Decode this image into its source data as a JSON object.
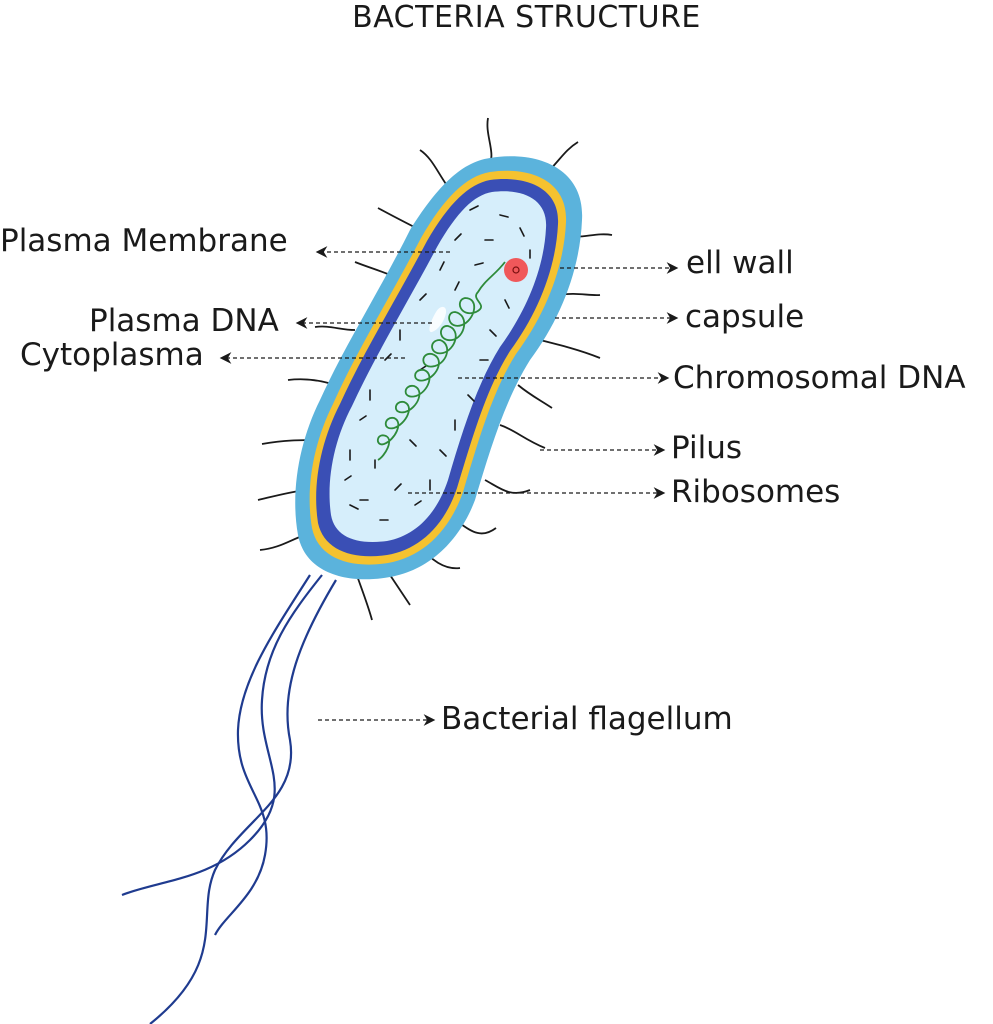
{
  "title": "BACTERIA STRUCTURE",
  "labels": {
    "plasma_membrane": "Plasma Membrane",
    "plasma_dna": "Plasma DNA",
    "cytoplasma": "Cytoplasma",
    "cell_wall": "ell wall",
    "capsule": "capsule",
    "chromosomal_dna": "Chromosomal DNA",
    "pilus": "Pilus",
    "ribosomes": "Ribosomes",
    "flagellum": "Bacterial flagellum"
  },
  "colors": {
    "capsule": "#5bb3dc",
    "cell_wall": "#f5c230",
    "membrane": "#2e3f9e",
    "cytoplasm": "#d6eefb",
    "dna": "#2e8b3a",
    "plasmid": "#f0585a",
    "flagellum": "#1f3b8f",
    "pili": "#1a1a1a"
  }
}
